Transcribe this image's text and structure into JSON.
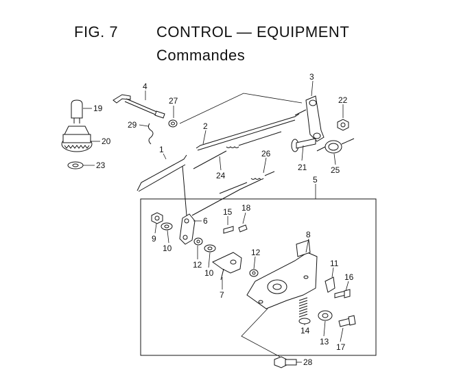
{
  "figure": {
    "label": "FIG.  7",
    "title": "CONTROL — EQUIPMENT",
    "subtitle": "Commandes"
  },
  "callouts": [
    "1",
    "2",
    "3",
    "4",
    "5",
    "6",
    "7",
    "8",
    "9",
    "10",
    "10",
    "11",
    "12",
    "12",
    "13",
    "14",
    "15",
    "16",
    "17",
    "18",
    "19",
    "20",
    "21",
    "22",
    "23",
    "24",
    "25",
    "26",
    "27",
    "28",
    "29"
  ]
}
